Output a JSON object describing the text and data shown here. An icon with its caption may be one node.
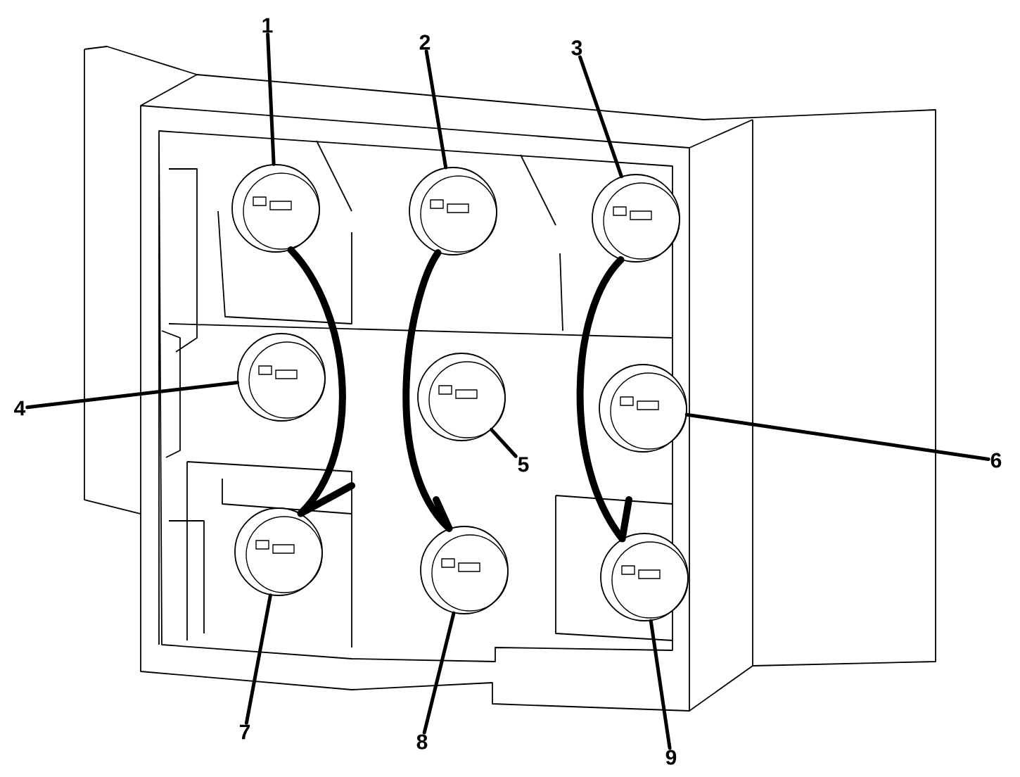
{
  "diagram": {
    "nodes": [
      {
        "text": [
          "1"
        ]
      },
      {
        "text": [
          "2"
        ]
      },
      {
        "text": [
          "3"
        ]
      },
      {
        "text": [
          "4"
        ]
      },
      {
        "text": [
          "5"
        ]
      },
      {
        "text": [
          "6"
        ]
      },
      {
        "text": [
          "7"
        ]
      },
      {
        "text": [
          "8"
        ]
      },
      {
        "text": [
          "9"
        ]
      },
      {
        "text": [],
        "shape": "circle"
      },
      {
        "text": [],
        "shape": "circle"
      },
      {
        "text": [],
        "shape": "circle"
      },
      {
        "text": [],
        "shape": "circle"
      },
      {
        "text": [],
        "shape": "circle"
      },
      {
        "text": [],
        "shape": "circle"
      },
      {
        "text": [],
        "shape": "circle"
      },
      {
        "text": [],
        "shape": "circle"
      },
      {
        "text": [],
        "shape": "circle"
      }
    ],
    "edges": [
      {
        "from": 0,
        "to": 9,
        "arrow": "none"
      },
      {
        "from": 1,
        "to": 10,
        "arrow": "none"
      },
      {
        "from": 2,
        "to": 11,
        "arrow": "none"
      },
      {
        "from": 3,
        "to": 12,
        "arrow": "none"
      },
      {
        "from": 4,
        "to": 13,
        "arrow": "none"
      },
      {
        "from": 5,
        "to": 14,
        "arrow": "none"
      },
      {
        "from": 6,
        "to": 15,
        "arrow": "none"
      },
      {
        "from": 7,
        "to": 16,
        "arrow": "none"
      },
      {
        "from": 8,
        "to": 17,
        "arrow": "none"
      },
      {
        "from": 9,
        "to": 15,
        "arrow": "none",
        "style": "thick"
      },
      {
        "from": 10,
        "to": 16,
        "arrow": "none",
        "style": "thick"
      },
      {
        "from": 11,
        "to": 17,
        "arrow": "none",
        "style": "thick"
      }
    ]
  }
}
